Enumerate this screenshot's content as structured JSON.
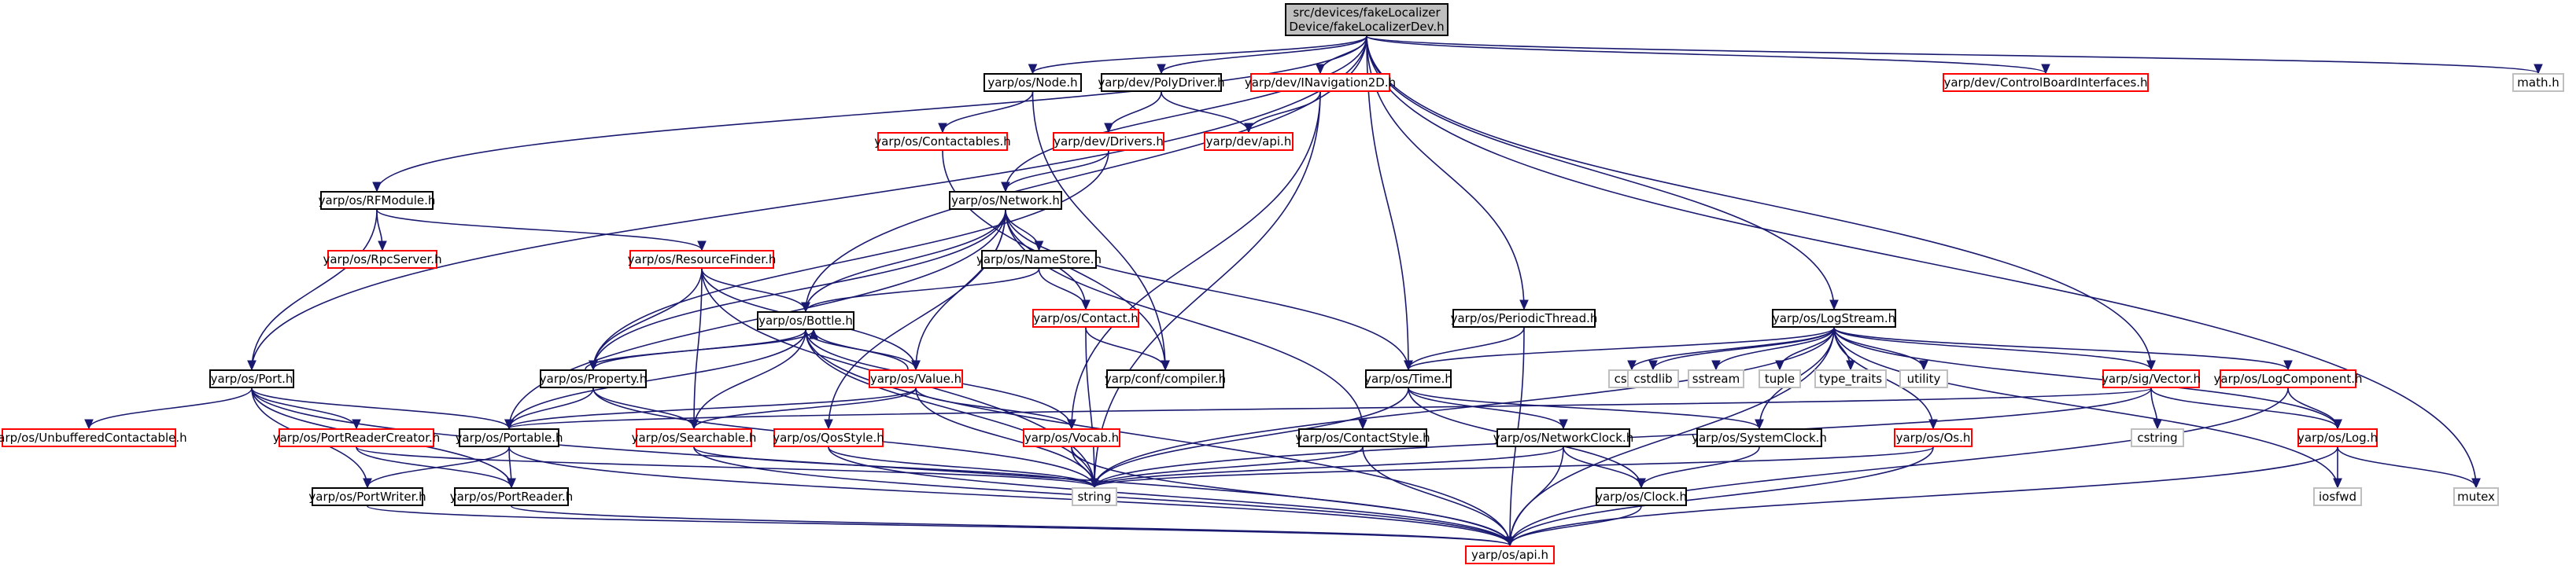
{
  "graph": {
    "edge_color": "#191970",
    "nodes": [
      {
        "id": "root",
        "label": "src/devices/fakeLocalizer\nDevice/fakeLocalizerDev.h",
        "style": "root"
      },
      {
        "id": "node",
        "label": "yarp/os/Node.h",
        "style": "black"
      },
      {
        "id": "polydriver",
        "label": "yarp/dev/PolyDriver.h",
        "style": "black"
      },
      {
        "id": "inav",
        "label": "yarp/dev/INavigation2D.h",
        "style": "red"
      },
      {
        "id": "cbi",
        "label": "yarp/dev/ControlBoardInterfaces.h",
        "style": "red"
      },
      {
        "id": "math",
        "label": "math.h",
        "style": "gray"
      },
      {
        "id": "contactables",
        "label": "yarp/os/Contactables.h",
        "style": "red"
      },
      {
        "id": "drivers",
        "label": "yarp/dev/Drivers.h",
        "style": "red"
      },
      {
        "id": "devapi",
        "label": "yarp/dev/api.h",
        "style": "red"
      },
      {
        "id": "rfmodule",
        "label": "yarp/os/RFModule.h",
        "style": "black"
      },
      {
        "id": "network",
        "label": "yarp/os/Network.h",
        "style": "black"
      },
      {
        "id": "rpcserver",
        "label": "yarp/os/RpcServer.h",
        "style": "red"
      },
      {
        "id": "resfinder",
        "label": "yarp/os/ResourceFinder.h",
        "style": "red"
      },
      {
        "id": "namestore",
        "label": "yarp/os/NameStore.h",
        "style": "black"
      },
      {
        "id": "contact",
        "label": "yarp/os/Contact.h",
        "style": "red"
      },
      {
        "id": "periodic",
        "label": "yarp/os/PeriodicThread.h",
        "style": "black"
      },
      {
        "id": "logstream",
        "label": "yarp/os/LogStream.h",
        "style": "black"
      },
      {
        "id": "bottle",
        "label": "yarp/os/Bottle.h",
        "style": "black"
      },
      {
        "id": "port",
        "label": "yarp/os/Port.h",
        "style": "black"
      },
      {
        "id": "property",
        "label": "yarp/os/Property.h",
        "style": "black"
      },
      {
        "id": "value",
        "label": "yarp/os/Value.h",
        "style": "red"
      },
      {
        "id": "compiler",
        "label": "yarp/conf/compiler.h",
        "style": "black"
      },
      {
        "id": "time",
        "label": "yarp/os/Time.h",
        "style": "black"
      },
      {
        "id": "cstdio",
        "label": "cstdio",
        "style": "gray"
      },
      {
        "id": "cstdlib",
        "label": "cstdlib",
        "style": "gray"
      },
      {
        "id": "sstream",
        "label": "sstream",
        "style": "gray"
      },
      {
        "id": "tuple",
        "label": "tuple",
        "style": "gray"
      },
      {
        "id": "typetraits",
        "label": "type_traits",
        "style": "gray"
      },
      {
        "id": "utility",
        "label": "utility",
        "style": "gray"
      },
      {
        "id": "vector",
        "label": "yarp/sig/Vector.h",
        "style": "red"
      },
      {
        "id": "logcomp",
        "label": "yarp/os/LogComponent.h",
        "style": "red"
      },
      {
        "id": "unbuffered",
        "label": "yarp/os/UnbufferedContactable.h",
        "style": "red"
      },
      {
        "id": "prcreator",
        "label": "yarp/os/PortReaderCreator.h",
        "style": "red"
      },
      {
        "id": "portable",
        "label": "yarp/os/Portable.h",
        "style": "black"
      },
      {
        "id": "searchable",
        "label": "yarp/os/Searchable.h",
        "style": "red"
      },
      {
        "id": "qos",
        "label": "yarp/os/QosStyle.h",
        "style": "red"
      },
      {
        "id": "vocab",
        "label": "yarp/os/Vocab.h",
        "style": "red"
      },
      {
        "id": "contactstyle",
        "label": "yarp/os/ContactStyle.h",
        "style": "black"
      },
      {
        "id": "netclock",
        "label": "yarp/os/NetworkClock.h",
        "style": "black"
      },
      {
        "id": "sysclock",
        "label": "yarp/os/SystemClock.h",
        "style": "black"
      },
      {
        "id": "os",
        "label": "yarp/os/Os.h",
        "style": "red"
      },
      {
        "id": "cstring",
        "label": "cstring",
        "style": "gray"
      },
      {
        "id": "log",
        "label": "yarp/os/Log.h",
        "style": "red"
      },
      {
        "id": "portwriter",
        "label": "yarp/os/PortWriter.h",
        "style": "black"
      },
      {
        "id": "portreader",
        "label": "yarp/os/PortReader.h",
        "style": "black"
      },
      {
        "id": "string",
        "label": "string",
        "style": "gray"
      },
      {
        "id": "clock",
        "label": "yarp/os/Clock.h",
        "style": "black"
      },
      {
        "id": "iosfwd",
        "label": "iosfwd",
        "style": "gray"
      },
      {
        "id": "mutex",
        "label": "mutex",
        "style": "gray"
      },
      {
        "id": "osapi",
        "label": "yarp/os/api.h",
        "style": "red"
      }
    ],
    "edges": [
      [
        "root",
        "node"
      ],
      [
        "root",
        "polydriver"
      ],
      [
        "root",
        "inav"
      ],
      [
        "root",
        "cbi"
      ],
      [
        "root",
        "math"
      ],
      [
        "root",
        "rfmodule"
      ],
      [
        "root",
        "network"
      ],
      [
        "root",
        "periodic"
      ],
      [
        "root",
        "logstream"
      ],
      [
        "root",
        "bottle"
      ],
      [
        "root",
        "port"
      ],
      [
        "root",
        "time"
      ],
      [
        "root",
        "vector"
      ],
      [
        "root",
        "mutex"
      ],
      [
        "node",
        "contactables"
      ],
      [
        "node",
        "compiler"
      ],
      [
        "polydriver",
        "drivers"
      ],
      [
        "polydriver",
        "devapi"
      ],
      [
        "inav",
        "devapi"
      ],
      [
        "inav",
        "vocab"
      ],
      [
        "inav",
        "string"
      ],
      [
        "drivers",
        "network"
      ],
      [
        "drivers",
        "property"
      ],
      [
        "rfmodule",
        "rpcserver"
      ],
      [
        "rfmodule",
        "resfinder"
      ],
      [
        "rfmodule",
        "port"
      ],
      [
        "network",
        "namestore"
      ],
      [
        "network",
        "contact"
      ],
      [
        "network",
        "bottle"
      ],
      [
        "network",
        "property"
      ],
      [
        "network",
        "value"
      ],
      [
        "network",
        "portable"
      ],
      [
        "network",
        "qos"
      ],
      [
        "network",
        "contactstyle"
      ],
      [
        "network",
        "time"
      ],
      [
        "resfinder",
        "bottle"
      ],
      [
        "resfinder",
        "property"
      ],
      [
        "resfinder",
        "value"
      ],
      [
        "resfinder",
        "searchable"
      ],
      [
        "resfinder",
        "string"
      ],
      [
        "namestore",
        "contact"
      ],
      [
        "namestore",
        "bottle"
      ],
      [
        "contact",
        "compiler"
      ],
      [
        "contact",
        "string"
      ],
      [
        "periodic",
        "time"
      ],
      [
        "periodic",
        "osapi"
      ],
      [
        "logstream",
        "time"
      ],
      [
        "logstream",
        "cstdio"
      ],
      [
        "logstream",
        "cstdlib"
      ],
      [
        "logstream",
        "sstream"
      ],
      [
        "logstream",
        "tuple"
      ],
      [
        "logstream",
        "typetraits"
      ],
      [
        "logstream",
        "utility"
      ],
      [
        "logstream",
        "vector"
      ],
      [
        "logstream",
        "logcomp"
      ],
      [
        "logstream",
        "log"
      ],
      [
        "logstream",
        "os"
      ],
      [
        "logstream",
        "iosfwd"
      ],
      [
        "logstream",
        "string"
      ],
      [
        "logstream",
        "osapi"
      ],
      [
        "logstream",
        "sysclock"
      ],
      [
        "bottle",
        "property"
      ],
      [
        "bottle",
        "value"
      ],
      [
        "bottle",
        "portable"
      ],
      [
        "bottle",
        "searchable"
      ],
      [
        "bottle",
        "vocab"
      ],
      [
        "bottle",
        "string"
      ],
      [
        "bottle",
        "osapi"
      ],
      [
        "port",
        "unbuffered"
      ],
      [
        "port",
        "prcreator"
      ],
      [
        "port",
        "portable"
      ],
      [
        "port",
        "portwriter"
      ],
      [
        "port",
        "portreader"
      ],
      [
        "port",
        "osapi"
      ],
      [
        "property",
        "bottle"
      ],
      [
        "property",
        "portable"
      ],
      [
        "property",
        "searchable"
      ],
      [
        "property",
        "string"
      ],
      [
        "value",
        "bottle"
      ],
      [
        "value",
        "portable"
      ],
      [
        "value",
        "searchable"
      ],
      [
        "value",
        "vocab"
      ],
      [
        "value",
        "string"
      ],
      [
        "time",
        "netclock"
      ],
      [
        "time",
        "sysclock"
      ],
      [
        "time",
        "clock"
      ],
      [
        "time",
        "string"
      ],
      [
        "vector",
        "cstring"
      ],
      [
        "vector",
        "log"
      ],
      [
        "vector",
        "portable"
      ],
      [
        "vector",
        "string"
      ],
      [
        "logcomp",
        "log"
      ],
      [
        "logcomp",
        "osapi"
      ],
      [
        "prcreator",
        "portreader"
      ],
      [
        "prcreator",
        "string"
      ],
      [
        "portable",
        "portwriter"
      ],
      [
        "portable",
        "portreader"
      ],
      [
        "portable",
        "osapi"
      ],
      [
        "searchable",
        "string"
      ],
      [
        "searchable",
        "osapi"
      ],
      [
        "qos",
        "string"
      ],
      [
        "qos",
        "osapi"
      ],
      [
        "vocab",
        "string"
      ],
      [
        "vocab",
        "osapi"
      ],
      [
        "contactstyle",
        "string"
      ],
      [
        "contactstyle",
        "osapi"
      ],
      [
        "netclock",
        "string"
      ],
      [
        "netclock",
        "clock"
      ],
      [
        "netclock",
        "osapi"
      ],
      [
        "sysclock",
        "clock"
      ],
      [
        "os",
        "string"
      ],
      [
        "os",
        "osapi"
      ],
      [
        "log",
        "iosfwd"
      ],
      [
        "log",
        "mutex"
      ],
      [
        "log",
        "osapi"
      ],
      [
        "portwriter",
        "osapi"
      ],
      [
        "portreader",
        "osapi"
      ],
      [
        "clock",
        "osapi"
      ],
      [
        "contactables",
        "compiler"
      ]
    ]
  }
}
